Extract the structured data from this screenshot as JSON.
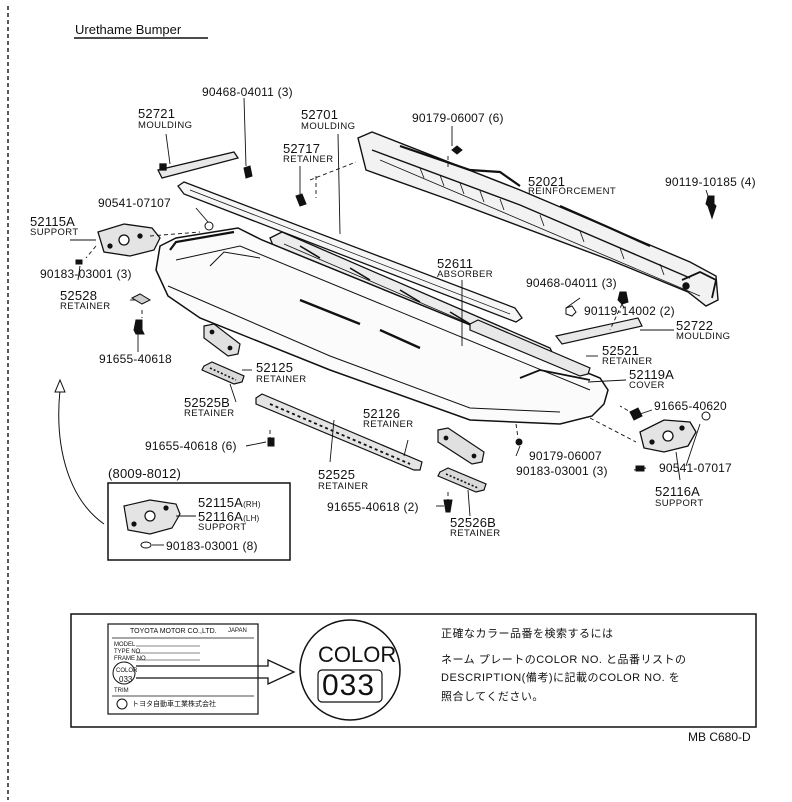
{
  "title": "Urethame Bumper",
  "sheet_ref": "MB C680-D",
  "parts": {
    "p90468_top": "90468-04011 (3)",
    "p52721": "52721",
    "p52721_name": "MOULDING",
    "p52701": "52701",
    "p52701_name": "MOULDING",
    "p52717": "52717",
    "p52717_name": "RETAINER",
    "p90179_top": "90179-06007 (6)",
    "p52021": "52021",
    "p52021_name": "REINFORCEMENT",
    "p90119_10185": "90119-10185 (4)",
    "p90541_07107": "90541-07107",
    "p52115A": "52115A",
    "p52115A_name": "SUPPORT",
    "p90183_left": "90183-03001 (3)",
    "p52611": "52611",
    "p52611_name": "ABSORBER",
    "p90468_right": "90468-04011 (3)",
    "p52528": "52528",
    "p52528_name": "RETAINER",
    "p90119_14002": "90119-14002 (2)",
    "p52722": "52722",
    "p52722_name": "MOULDING",
    "p91655_left": "91655-40618",
    "p52521": "52521",
    "p52521_name": "RETAINER",
    "p52125": "52125",
    "p52125_name": "RETAINER",
    "p52119A": "52119A",
    "p52119A_name": "COVER",
    "p52525B": "52525B",
    "p52525B_name": "RETAINER",
    "p91665_40620": "91665-40620",
    "p52126": "52126",
    "p52126_name": "RETAINER",
    "p91655_6": "91655-40618 (6)",
    "p90179_bottom": "90179-06007",
    "p90183_right": "90183-03001 (3)",
    "p90541_07017": "90541-07017",
    "p52525": "52525",
    "p52525_name": "RETAINER",
    "p52116A": "52116A",
    "p52116A_name": "SUPPORT",
    "p91655_2": "91655-40618 (2)",
    "p52526B": "52526B",
    "p52526B_name": "RETAINER"
  },
  "inset": {
    "period": "(8009-8012)",
    "a": "52115A",
    "a_suffix": "(RH)",
    "b": "52116A",
    "b_suffix": "(LH)",
    "name": "SUPPORT",
    "clip": "90183-03001 (8)"
  },
  "color_note": {
    "nameplate_maker": "TOYOTA MOTOR CO.,LTD.",
    "nameplate_country": "JAPAN",
    "nameplate_rows": [
      "MODEL",
      "TYPE NO",
      "FRAME NO",
      "COLOR",
      "TRIM"
    ],
    "nameplate_color_word": "COLOR",
    "nameplate_color_code": "033",
    "nameplate_footer": "トヨタ自動車工業株式会社",
    "color_word": "COLOR",
    "color_code": "033",
    "jp_lines": [
      "正確なカラー品番を検索するには",
      "ネーム プレートのCOLOR NO. と品番リストの",
      "DESCRIPTION(備考)に記載のCOLOR NO. を",
      "照合してください。"
    ]
  }
}
